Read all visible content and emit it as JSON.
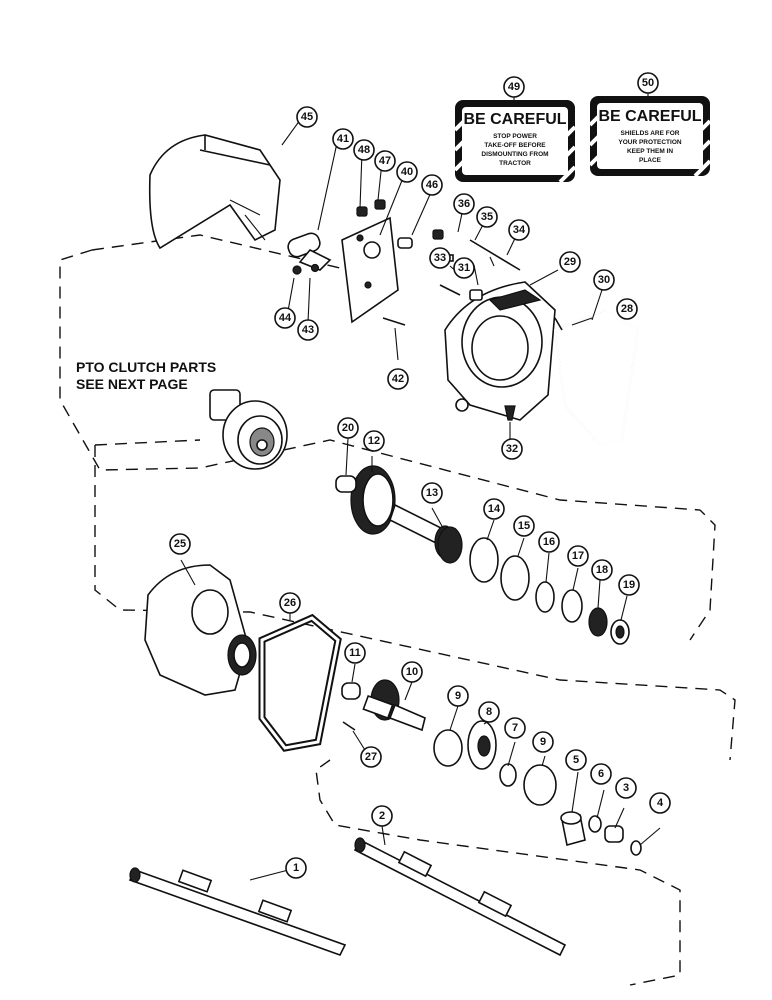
{
  "callouts": [
    "1",
    "2",
    "3",
    "4",
    "5",
    "6",
    "7",
    "8",
    "9",
    "10",
    "11",
    "12",
    "13",
    "14",
    "15",
    "16",
    "17",
    "18",
    "19",
    "20",
    "25",
    "26",
    "27",
    "28",
    "29",
    "30",
    "31",
    "32",
    "33",
    "34",
    "35",
    "36",
    "40",
    "41",
    "42",
    "43",
    "44",
    "45",
    "46",
    "47",
    "48",
    "49",
    "50"
  ],
  "note": {
    "line1": "PTO CLUTCH PARTS",
    "line2": "SEE NEXT PAGE"
  },
  "sign49": {
    "number": "49",
    "title": "BE CAREFUL",
    "lines": [
      "STOP POWER",
      "TAKE-OFF BEFORE",
      "DISMOUNTING FROM",
      "TRACTOR"
    ]
  },
  "sign50": {
    "number": "50",
    "title": "BE CAREFUL",
    "lines": [
      "SHIELDS ARE FOR",
      "YOUR PROTECTION",
      "KEEP THEM IN",
      "PLACE"
    ]
  }
}
